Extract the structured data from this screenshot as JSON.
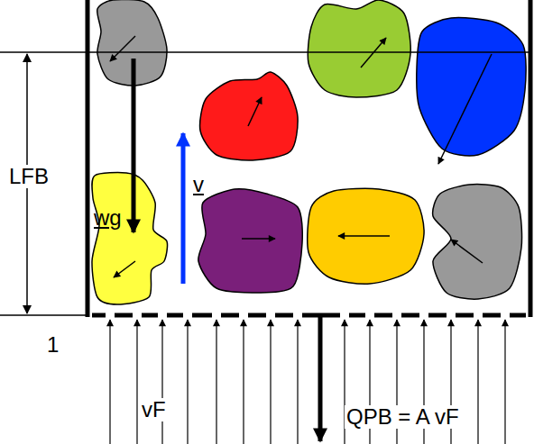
{
  "diagram": {
    "labels": [
      "LFB",
      "v",
      "wg",
      "1",
      "vF",
      "QPB = A vF"
    ]
  }
}
